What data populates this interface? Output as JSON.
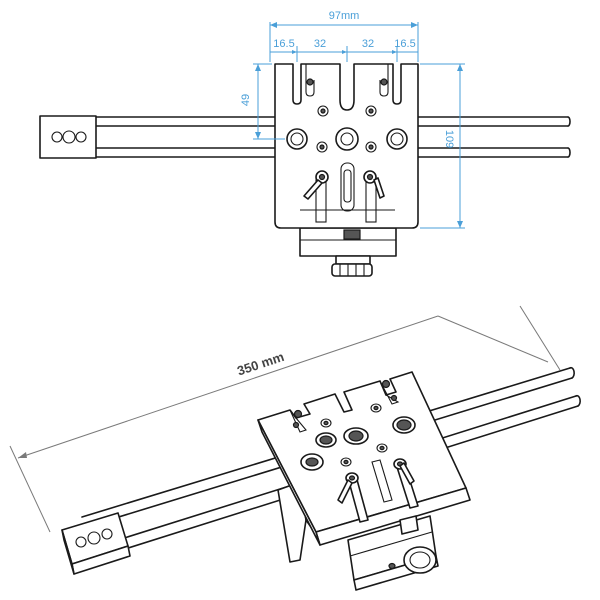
{
  "top_view": {
    "dimensions": {
      "total_width": "97mm",
      "segment_left": "16.5",
      "segment_mid_left": "32",
      "segment_mid_right": "32",
      "segment_right": "16.5",
      "slot_depth": "49",
      "total_height": "109"
    }
  },
  "perspective_view": {
    "rail_length": "350 mm"
  },
  "colors": {
    "dimension": "#4a9fd8",
    "outline": "#1a1a1a",
    "rail_length_text": "#444444"
  }
}
